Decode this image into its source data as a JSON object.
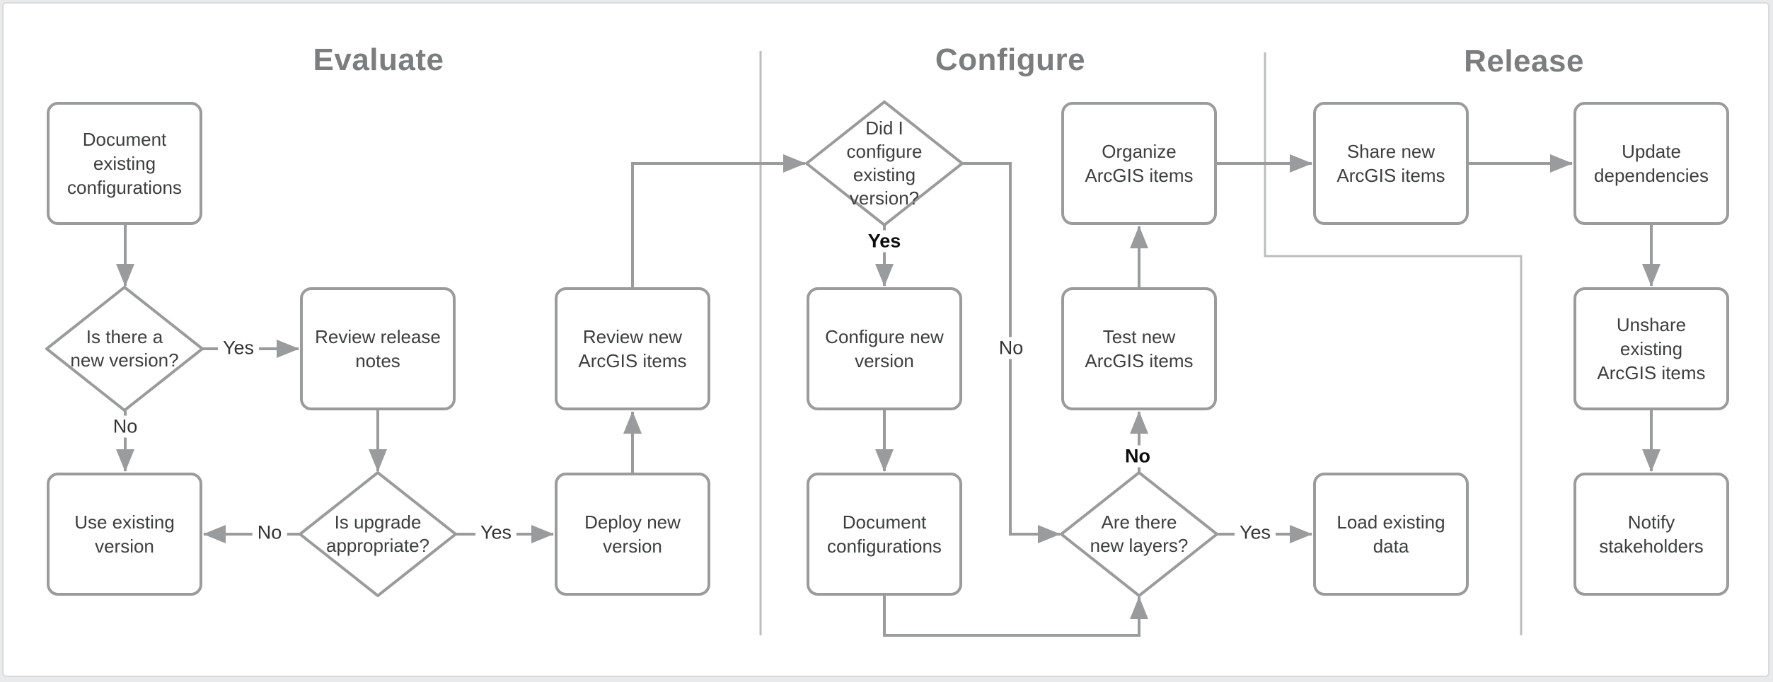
{
  "sections": [
    {
      "title": "Evaluate"
    },
    {
      "title": "Configure"
    },
    {
      "title": "Release"
    }
  ],
  "nodes": {
    "document_existing": {
      "label": "Document existing configurations",
      "type": "process"
    },
    "is_new_version": {
      "label": "Is there a new version?",
      "type": "decision"
    },
    "review_release_notes": {
      "label": "Review release notes",
      "type": "process"
    },
    "use_existing_version": {
      "label": "Use existing version",
      "type": "process"
    },
    "is_upgrade_appropriate": {
      "label": "Is upgrade appropriate?",
      "type": "decision"
    },
    "deploy_new_version": {
      "label": "Deploy new version",
      "type": "process"
    },
    "review_new_items": {
      "label": "Review new ArcGIS items",
      "type": "process"
    },
    "did_i_configure": {
      "label": "Did I configure existing version?",
      "type": "decision"
    },
    "configure_new_version": {
      "label": "Configure new version",
      "type": "process"
    },
    "document_configurations": {
      "label": "Document configurations",
      "type": "process"
    },
    "organize_items": {
      "label": "Organize ArcGIS items",
      "type": "process"
    },
    "test_new_items": {
      "label": "Test new ArcGIS items",
      "type": "process"
    },
    "are_there_new_layers": {
      "label": "Are there new layers?",
      "type": "decision"
    },
    "load_existing_data": {
      "label": "Load existing data",
      "type": "process"
    },
    "share_new_items": {
      "label": "Share new ArcGIS items",
      "type": "process"
    },
    "update_dependencies": {
      "label": "Update dependencies",
      "type": "process"
    },
    "unshare_existing_items": {
      "label": "Unshare existing ArcGIS items",
      "type": "process"
    },
    "notify_stakeholders": {
      "label": "Notify stakeholders",
      "type": "process"
    }
  },
  "edge_labels": {
    "d1_yes": "Yes",
    "d1_no": "No",
    "d2_no": "No",
    "d2_yes": "Yes",
    "d3_yes": "Yes",
    "d3_no": "No",
    "d4_no": "No",
    "d4_yes": "Yes"
  },
  "edges": [
    {
      "from": "document_existing",
      "to": "is_new_version",
      "label": ""
    },
    {
      "from": "is_new_version",
      "to": "review_release_notes",
      "label": "Yes"
    },
    {
      "from": "is_new_version",
      "to": "use_existing_version",
      "label": "No"
    },
    {
      "from": "review_release_notes",
      "to": "is_upgrade_appropriate",
      "label": ""
    },
    {
      "from": "is_upgrade_appropriate",
      "to": "use_existing_version",
      "label": "No"
    },
    {
      "from": "is_upgrade_appropriate",
      "to": "deploy_new_version",
      "label": "Yes"
    },
    {
      "from": "deploy_new_version",
      "to": "review_new_items",
      "label": ""
    },
    {
      "from": "review_new_items",
      "to": "did_i_configure",
      "label": ""
    },
    {
      "from": "did_i_configure",
      "to": "configure_new_version",
      "label": "Yes"
    },
    {
      "from": "did_i_configure",
      "to": "are_there_new_layers",
      "label": "No"
    },
    {
      "from": "configure_new_version",
      "to": "document_configurations",
      "label": ""
    },
    {
      "from": "document_configurations",
      "to": "are_there_new_layers",
      "label": ""
    },
    {
      "from": "are_there_new_layers",
      "to": "test_new_items",
      "label": "No"
    },
    {
      "from": "are_there_new_layers",
      "to": "load_existing_data",
      "label": "Yes"
    },
    {
      "from": "test_new_items",
      "to": "organize_items",
      "label": ""
    },
    {
      "from": "organize_items",
      "to": "share_new_items",
      "label": ""
    },
    {
      "from": "share_new_items",
      "to": "update_dependencies",
      "label": ""
    },
    {
      "from": "update_dependencies",
      "to": "unshare_existing_items",
      "label": ""
    },
    {
      "from": "unshare_existing_items",
      "to": "notify_stakeholders",
      "label": ""
    }
  ],
  "colors": {
    "shape_stroke": "#999b9c",
    "divider": "#bbbdbe",
    "frame": "#d8dadb",
    "node_text": "#3c3e3f",
    "title_text": "#7b7d7e",
    "background": "#ffffff"
  }
}
